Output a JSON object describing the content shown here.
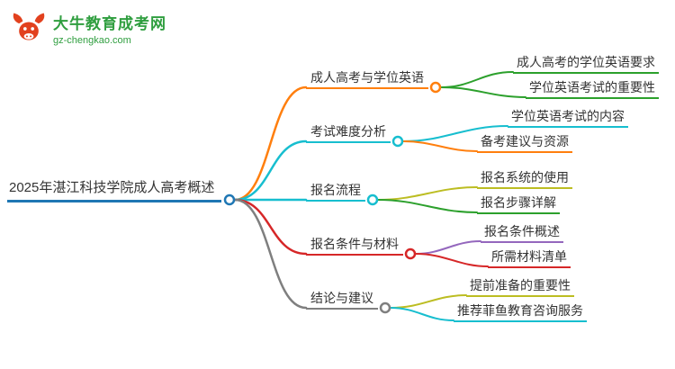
{
  "logo": {
    "title": "大牛教育成考网",
    "domain": "gz-chengkao.com",
    "icon": "bull-icon"
  },
  "palette": {
    "root_blue": "#1f77b4",
    "orange": "#ff7f0e",
    "green": "#2ca02c",
    "cyan": "#17becf",
    "red": "#d62728",
    "purple": "#9467bd",
    "gray": "#7f7f7f",
    "olive": "#bcbd22",
    "logo_green": "#2f9e3f",
    "logo_red": "#e2411e",
    "text": "#333333",
    "background": "#ffffff"
  },
  "mindmap": {
    "root": {
      "label": "2025年湛江科技学院成人高考概述",
      "color": "#1f77b4"
    },
    "branches": [
      {
        "label": "成人高考与学位英语",
        "color": "#ff7f0e",
        "children": [
          {
            "label": "成人高考的学位英语要求",
            "color": "#2ca02c"
          },
          {
            "label": "学位英语考试的重要性",
            "color": "#2ca02c"
          }
        ]
      },
      {
        "label": "考试难度分析",
        "color": "#17becf",
        "children": [
          {
            "label": "学位英语考试的内容",
            "color": "#17becf"
          },
          {
            "label": "备考建议与资源",
            "color": "#ff7f0e"
          }
        ]
      },
      {
        "label": "报名流程",
        "color": "#17becf",
        "children": [
          {
            "label": "报名系统的使用",
            "color": "#bcbd22"
          },
          {
            "label": "报名步骤详解",
            "color": "#2ca02c"
          }
        ]
      },
      {
        "label": "报名条件与材料",
        "color": "#d62728",
        "children": [
          {
            "label": "报名条件概述",
            "color": "#9467bd"
          },
          {
            "label": "所需材料清单",
            "color": "#d62728"
          }
        ]
      },
      {
        "label": "结论与建议",
        "color": "#7f7f7f",
        "children": [
          {
            "label": "提前准备的重要性",
            "color": "#bcbd22"
          },
          {
            "label": "推荐菲鱼教育咨询服务",
            "color": "#17becf"
          }
        ]
      }
    ]
  }
}
